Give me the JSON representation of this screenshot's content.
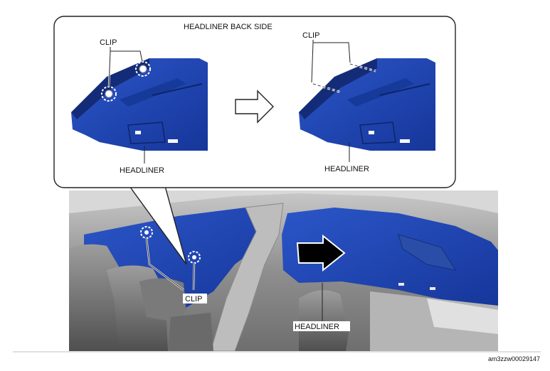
{
  "labels": {
    "inset_title": "HEADLINER BACK SIDE",
    "clip_left": "CLIP",
    "clip_right": "CLIP",
    "clip_bottom": "CLIP",
    "headliner_left": "HEADLINER",
    "headliner_right": "HEADLINER",
    "headliner_bottom": "HEADLINER"
  },
  "figure_code": "am3zzw00029147",
  "colors": {
    "headliner_blue": "#1e46b4",
    "headliner_dark": "#142c78",
    "interior_gray": "#9a9a9a",
    "frame": "#222222"
  },
  "icons": {
    "step_arrow": "outline-right-arrow-icon",
    "removal_arrow": "black-right-arrow-icon",
    "clip_marker": "dashed-circle-icon"
  }
}
